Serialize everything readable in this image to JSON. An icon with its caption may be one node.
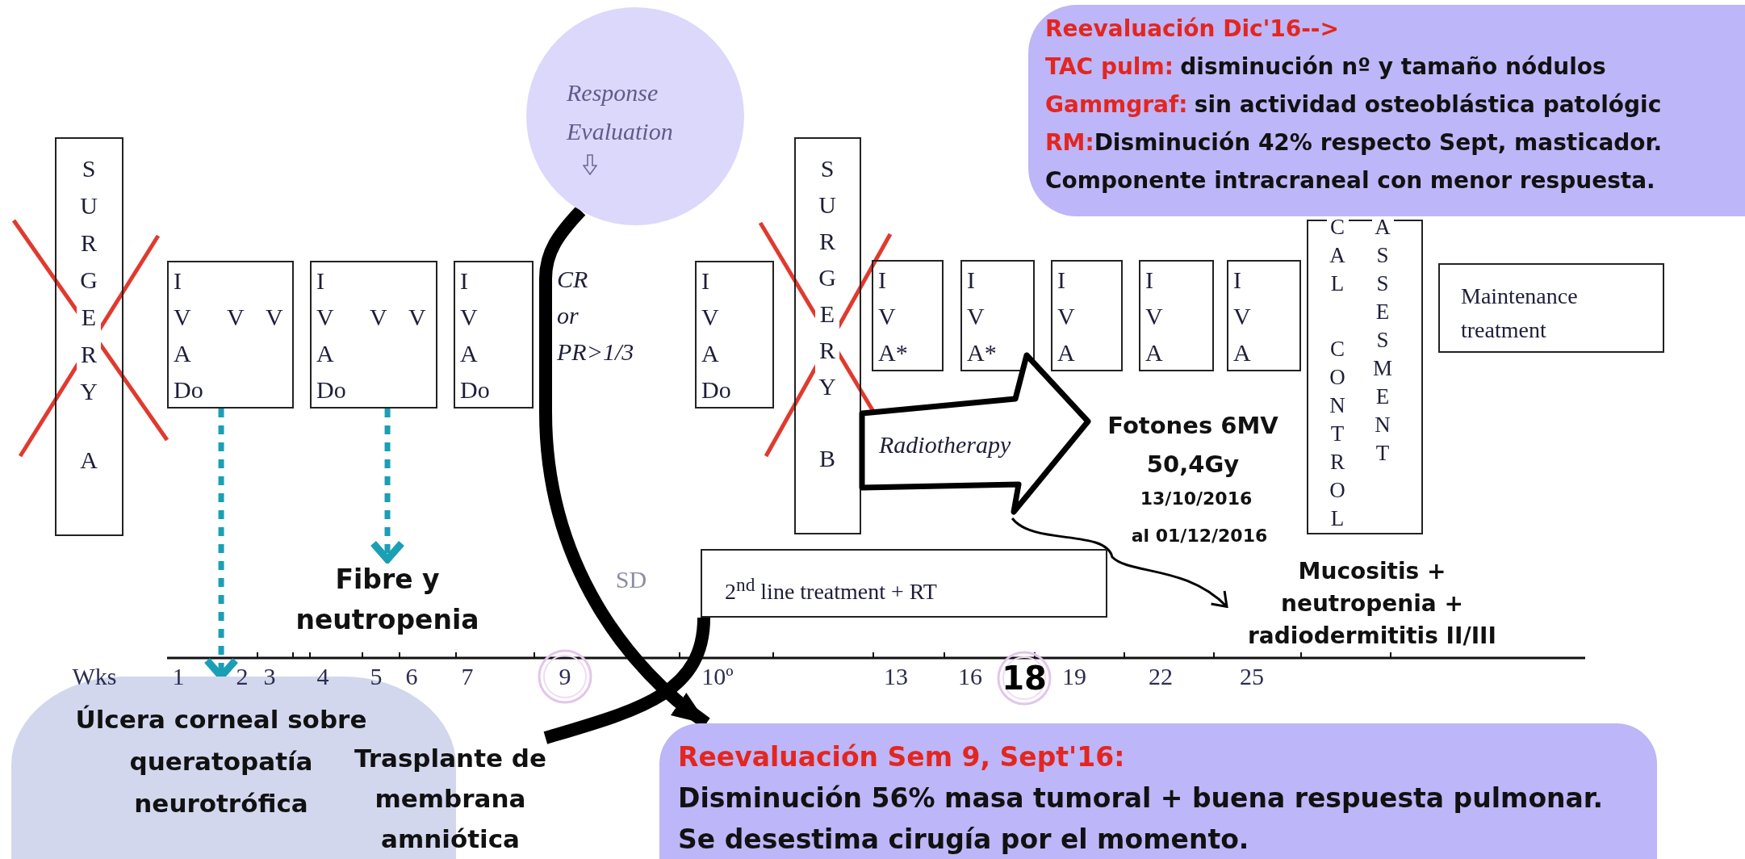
{
  "diagram": {
    "nodes": [
      {
        "text": [
          "SURGERY",
          "A"
        ]
      },
      {
        "text": [
          "I V A Do",
          "V V"
        ]
      },
      {
        "text": [
          "I V A Do",
          "V V"
        ]
      },
      {
        "text": [
          "I V A Do"
        ]
      },
      {
        "text": [
          "I V A Do"
        ]
      },
      {
        "text": [
          "SURGERY",
          "B"
        ]
      },
      {
        "text": [
          "I V A*"
        ]
      },
      {
        "text": [
          "I V A*"
        ]
      },
      {
        "text": [
          "I V A"
        ]
      },
      {
        "text": [
          "I V A"
        ]
      },
      {
        "text": [
          "I V A"
        ]
      },
      {
        "text": [
          "CAL CONTROL",
          "ASSESMENT"
        ]
      },
      {
        "text": [
          "Maintenance treatment"
        ]
      },
      {
        "text": [
          "Response Evaluation"
        ]
      },
      {
        "text": [
          "Reevaluación Dic'16-->",
          "TAC pulm:",
          "disminución nº y tamaño nódulos",
          "Gammgraf:",
          "sin actividad osteoblástica patológic",
          "RM:",
          "Disminución 42% respecto Sept, masticador.",
          "Componente intracraneal con menor respuesta."
        ]
      },
      {
        "text": [
          "Radiotherapy"
        ]
      },
      {
        "text": [
          "2$^{nd}$ line treatment + RT"
        ]
      },
      {
        "text": [
          "Fibre y neutropenia"
        ]
      },
      {
        "text": [
          "Mucositis + neutropenia + radiodermititis II/III"
        ]
      },
      {
        "text": [
          "Úlcera corneal sobre queratopatía neurotrófica"
        ]
      },
      {
        "text": [
          "Trasplante de membrana amniótica"
        ]
      },
      {
        "text": [
          "Reevaluación Sem 9, Sept'16:",
          "Disminución 56% masa tumoral + buena respuesta pulmonar.",
          "Se desestima cirugía por el momento."
        ]
      }
    ],
    "edges": [
      {
        "from": 13,
        "to": 21,
        "arrow": "to",
        "style": "thick"
      },
      {
        "from": 1,
        "to": 19,
        "arrow": "to",
        "style": "dashed",
        "color": "#1b9fb5"
      },
      {
        "from": 2,
        "to": 17,
        "arrow": "to",
        "style": "dashed",
        "color": "#1b9fb5"
      },
      {
        "from": 20,
        "to": 16,
        "arrow": "none",
        "style": "thick"
      },
      {
        "from": 15,
        "to": 18,
        "arrow": "to"
      }
    ],
    "labels": [
      "CR or PR>1/3",
      "SD",
      "Fotones 6MV",
      "50,4Gy",
      "13/10/2016",
      "al 01/12/2016",
      "Wks",
      "1",
      "2",
      "3",
      "4",
      "5",
      "6",
      "7",
      "9",
      "10º",
      "13",
      "16",
      "18",
      "19",
      "22",
      "25"
    ]
  }
}
